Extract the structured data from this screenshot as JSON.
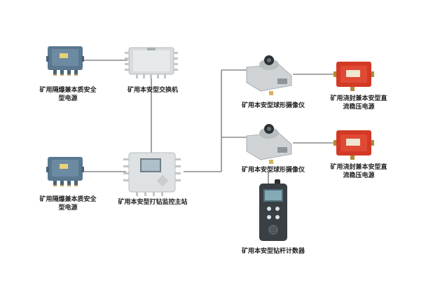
{
  "nodes": {
    "psu_top": {
      "label_line1": "矿用隔爆兼本质安全",
      "label_line2": "型电源"
    },
    "switch": {
      "label": "矿用本安型交换机"
    },
    "psu_bottom": {
      "label_line1": "矿用隔爆兼本质安全",
      "label_line2": "型电源"
    },
    "main_station": {
      "label": "矿用本安型打钻监控主站"
    },
    "camera_1": {
      "label": "矿用本安型球形摄像仪"
    },
    "camera_2": {
      "label": "矿用本安型球形摄像仪"
    },
    "dc_psu_1": {
      "label_line1": "矿用浇封兼本安型直",
      "label_line2": "流稳压电源"
    },
    "dc_psu_2": {
      "label_line1": "矿用浇封兼本安型直",
      "label_line2": "流稳压电源"
    },
    "counter": {
      "label": "矿用本安型钻杆计数器"
    }
  },
  "colors": {
    "line": "#8a8a8a",
    "psu_body": "#5a7890",
    "dc_body": "#d23a25",
    "metal": "#cfd3d6",
    "counter_body": "#3a3f44"
  }
}
